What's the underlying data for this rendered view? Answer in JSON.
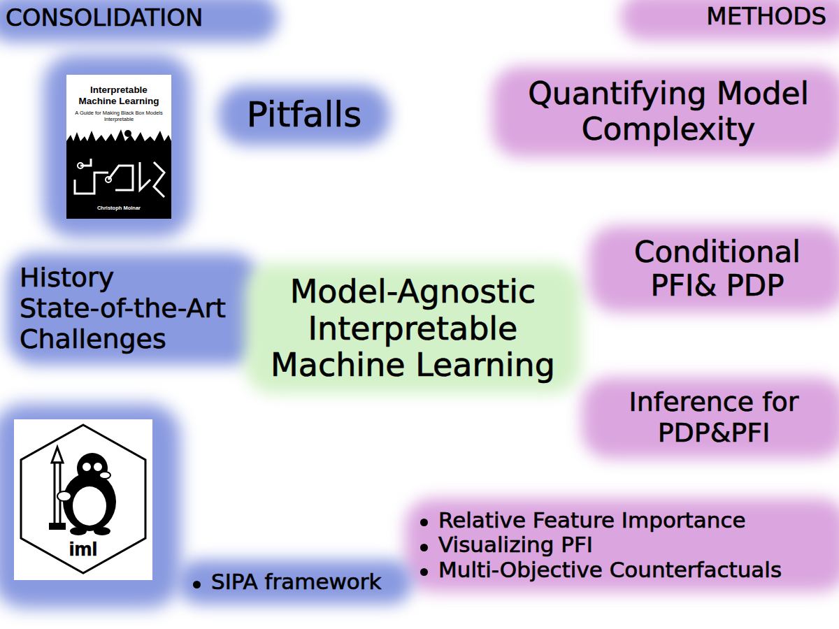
{
  "diagram": {
    "nodes": [
      {
        "text": [
          "CONSOLIDATION"
        ]
      },
      {
        "text": [
          "METHODS"
        ]
      },
      {
        "text": [
          "Interpretable Machine Learning",
          "A Guide for Making Black Box Models Interpretable",
          "Christoph Molnar"
        ]
      },
      {
        "text": [
          "Pitfalls"
        ]
      },
      {
        "text": [
          "Quantifying Model Complexity"
        ]
      },
      {
        "text": [
          "History",
          "State-of-the-Art",
          "Challenges"
        ]
      },
      {
        "text": [
          "Model-Agnostic Interpretable Machine Learning"
        ]
      },
      {
        "text": [
          "Conditional PFI& PDP"
        ]
      },
      {
        "text": [
          "Inference for PDP&PFI"
        ]
      },
      {
        "text": [
          "iml"
        ]
      },
      {
        "text": [
          "Relative Feature Importance",
          "Visualizing PFI",
          "Multi-Objective Counterfactuals"
        ]
      },
      {
        "text": [
          "SIPA framework"
        ]
      }
    ]
  }
}
